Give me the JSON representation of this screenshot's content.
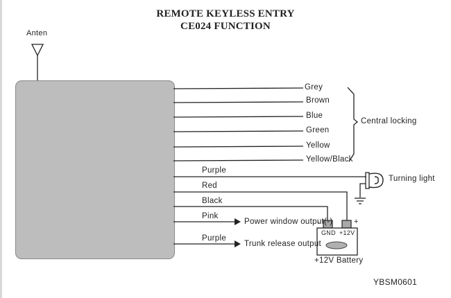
{
  "title": {
    "line1": "REMOTE KEYLESS ENTRY",
    "line2": "CE024 FUNCTION"
  },
  "antenna": {
    "label": "Anten",
    "icon": "antenna-icon"
  },
  "central_locking": {
    "label": "Central locking",
    "wires": [
      {
        "color_name": "Grey"
      },
      {
        "color_name": "Brown"
      },
      {
        "color_name": "Blue"
      },
      {
        "color_name": "Green"
      },
      {
        "color_name": "Yellow"
      },
      {
        "color_name": "Yellow/Black"
      }
    ]
  },
  "turning_light": {
    "wire": "Purple",
    "label": "Turning light",
    "icon": "bulb-icon"
  },
  "power_wires": {
    "red": "Red",
    "black": "Black"
  },
  "outputs": [
    {
      "wire": "Pink",
      "label": "Power window  output(-)"
    },
    {
      "wire": "Purple",
      "label": "Trunk release output"
    }
  ],
  "battery": {
    "label": "+12V Battery",
    "neg_terminal": "GND",
    "pos_terminal": "+12V",
    "neg_sign": "-",
    "pos_sign": "+"
  },
  "ground_icon": "ground-icon",
  "doc_code": "YBSM0601"
}
